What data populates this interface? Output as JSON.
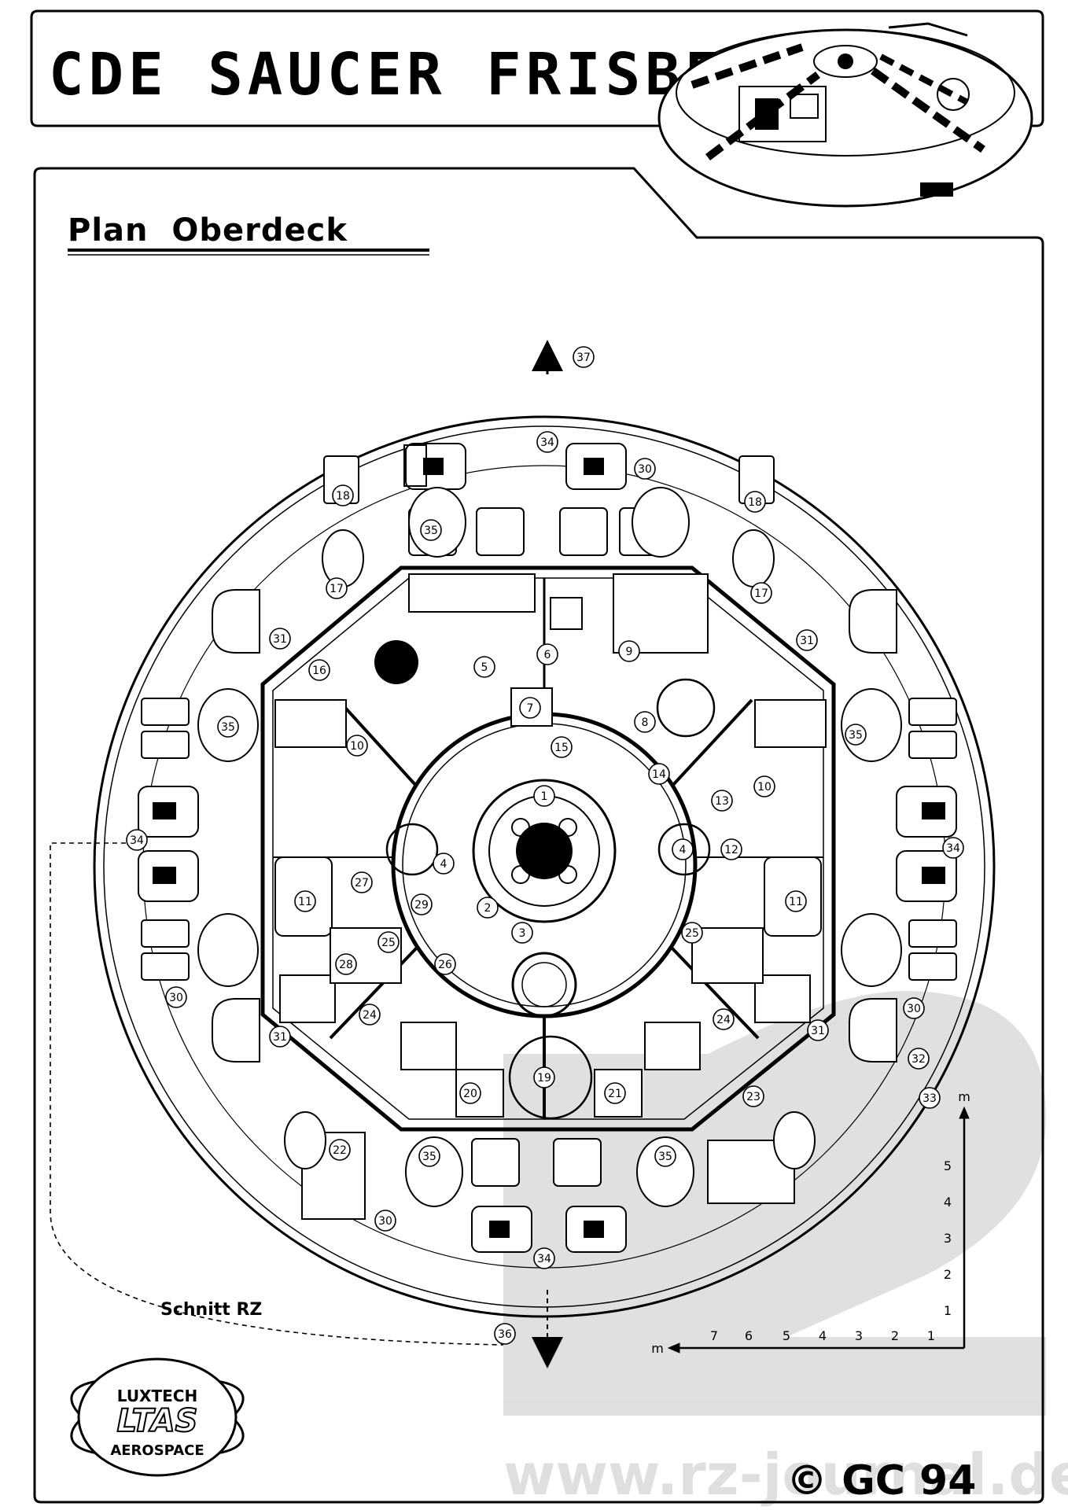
{
  "header": {
    "title": "CDE SAUCER FRISBEE"
  },
  "plan": {
    "title": "Plan  Oberdeck"
  },
  "section_label": "Schnitt RZ",
  "logo": {
    "top": "LUXTECH",
    "mark": "LTAS",
    "bottom": "AEROSPACE"
  },
  "watermark": "www.rz-journal.de",
  "copyright": "© GC 94",
  "scale": {
    "unit": "m",
    "vertical_ticks": [
      "5",
      "4",
      "3",
      "2",
      "1"
    ],
    "horizontal_ticks": [
      "7",
      "6",
      "5",
      "4",
      "3",
      "2",
      "1"
    ]
  },
  "callouts": [
    {
      "n": "1"
    },
    {
      "n": "2"
    },
    {
      "n": "3"
    },
    {
      "n": "4"
    },
    {
      "n": "4"
    },
    {
      "n": "5"
    },
    {
      "n": "6"
    },
    {
      "n": "7"
    },
    {
      "n": "8"
    },
    {
      "n": "9"
    },
    {
      "n": "10"
    },
    {
      "n": "10"
    },
    {
      "n": "11"
    },
    {
      "n": "11"
    },
    {
      "n": "12"
    },
    {
      "n": "13"
    },
    {
      "n": "14"
    },
    {
      "n": "15"
    },
    {
      "n": "16"
    },
    {
      "n": "17"
    },
    {
      "n": "17"
    },
    {
      "n": "18"
    },
    {
      "n": "18"
    },
    {
      "n": "19"
    },
    {
      "n": "20"
    },
    {
      "n": "21"
    },
    {
      "n": "22"
    },
    {
      "n": "23"
    },
    {
      "n": "24"
    },
    {
      "n": "24"
    },
    {
      "n": "25"
    },
    {
      "n": "25"
    },
    {
      "n": "26"
    },
    {
      "n": "27"
    },
    {
      "n": "28"
    },
    {
      "n": "29"
    },
    {
      "n": "30"
    },
    {
      "n": "30"
    },
    {
      "n": "30"
    },
    {
      "n": "30"
    },
    {
      "n": "31"
    },
    {
      "n": "31"
    },
    {
      "n": "31"
    },
    {
      "n": "31"
    },
    {
      "n": "32"
    },
    {
      "n": "33"
    },
    {
      "n": "34"
    },
    {
      "n": "34"
    },
    {
      "n": "34"
    },
    {
      "n": "34"
    },
    {
      "n": "35"
    },
    {
      "n": "35"
    },
    {
      "n": "35"
    },
    {
      "n": "35"
    },
    {
      "n": "35"
    },
    {
      "n": "36"
    },
    {
      "n": "37"
    }
  ]
}
